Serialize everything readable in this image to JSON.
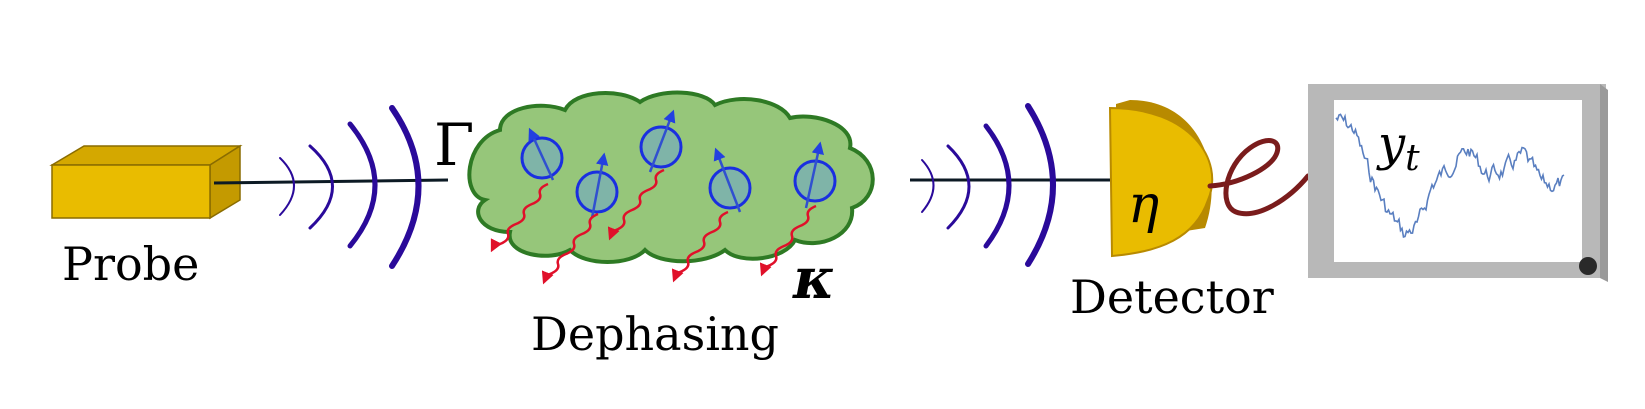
{
  "labels": {
    "probe": "Probe",
    "dephasing": "Dephasing",
    "detector": "Detector"
  },
  "symbols": {
    "measurement_rate": "Γ",
    "dephasing_rate": "κ",
    "efficiency": "η",
    "signal_base": "y",
    "signal_subscript": "t"
  },
  "colors": {
    "probe_box": "#e9bc00",
    "probe_box_dark": "#c49a00",
    "wave": "#2a0a9a",
    "cloud_fill": "#96c67a",
    "cloud_stroke": "#2e7a24",
    "spin": "#2340e0",
    "spin_fill": "#7fb4a8",
    "photon": "#e0102a",
    "detector": "#e9bc00",
    "detector_rim": "#b88a00",
    "cable": "#7a1c1c",
    "screen_frame": "#b8b8b8",
    "trace": "#5a7fc0"
  }
}
